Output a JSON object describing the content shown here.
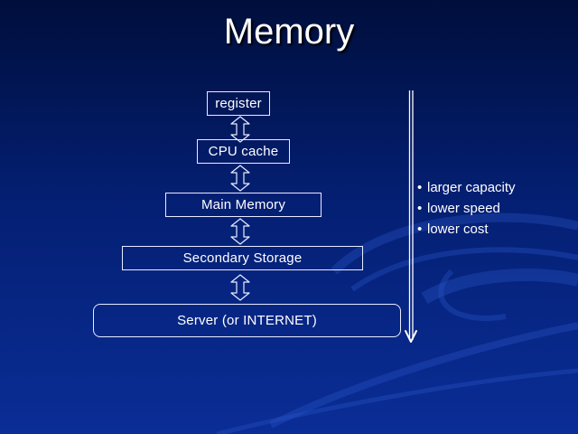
{
  "slide": {
    "title": "Memory"
  },
  "hierarchy": {
    "levels": [
      {
        "label": "register"
      },
      {
        "label": "CPU cache"
      },
      {
        "label": "Main Memory"
      },
      {
        "label": "Secondary Storage"
      },
      {
        "label": "Server (or INTERNET)"
      }
    ]
  },
  "properties": {
    "bullet": "•",
    "items": [
      "larger capacity",
      "lower speed",
      "lower cost"
    ]
  },
  "colors": {
    "background_top": "#000e3c",
    "background_bottom": "#0a2d96",
    "line": "#e8ecff"
  },
  "icons": {
    "level_connector": "double-headed-vertical-arrow",
    "trend": "down-arrow"
  }
}
